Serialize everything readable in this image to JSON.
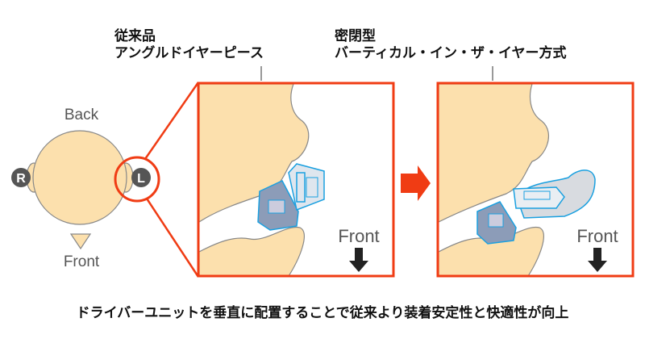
{
  "left_label": {
    "line1": "従来品",
    "line2": "アングルドイヤーピース"
  },
  "right_label": {
    "line1": "密閉型",
    "line2": "バーティカル・イン・ザ・イヤー方式"
  },
  "head": {
    "back": "Back",
    "front": "Front",
    "right_ear": "R",
    "left_ear": "L"
  },
  "panel_left": {
    "direction": "Front"
  },
  "panel_right": {
    "direction": "Front"
  },
  "caption": "ドライバーユニットを垂直に配置することで従来より装着安定性と快適性が向上",
  "colors": {
    "accent": "#f03c14",
    "skin": "#fce0ad",
    "blue": "#1aa0e0",
    "gray": "#a8b0bc"
  }
}
